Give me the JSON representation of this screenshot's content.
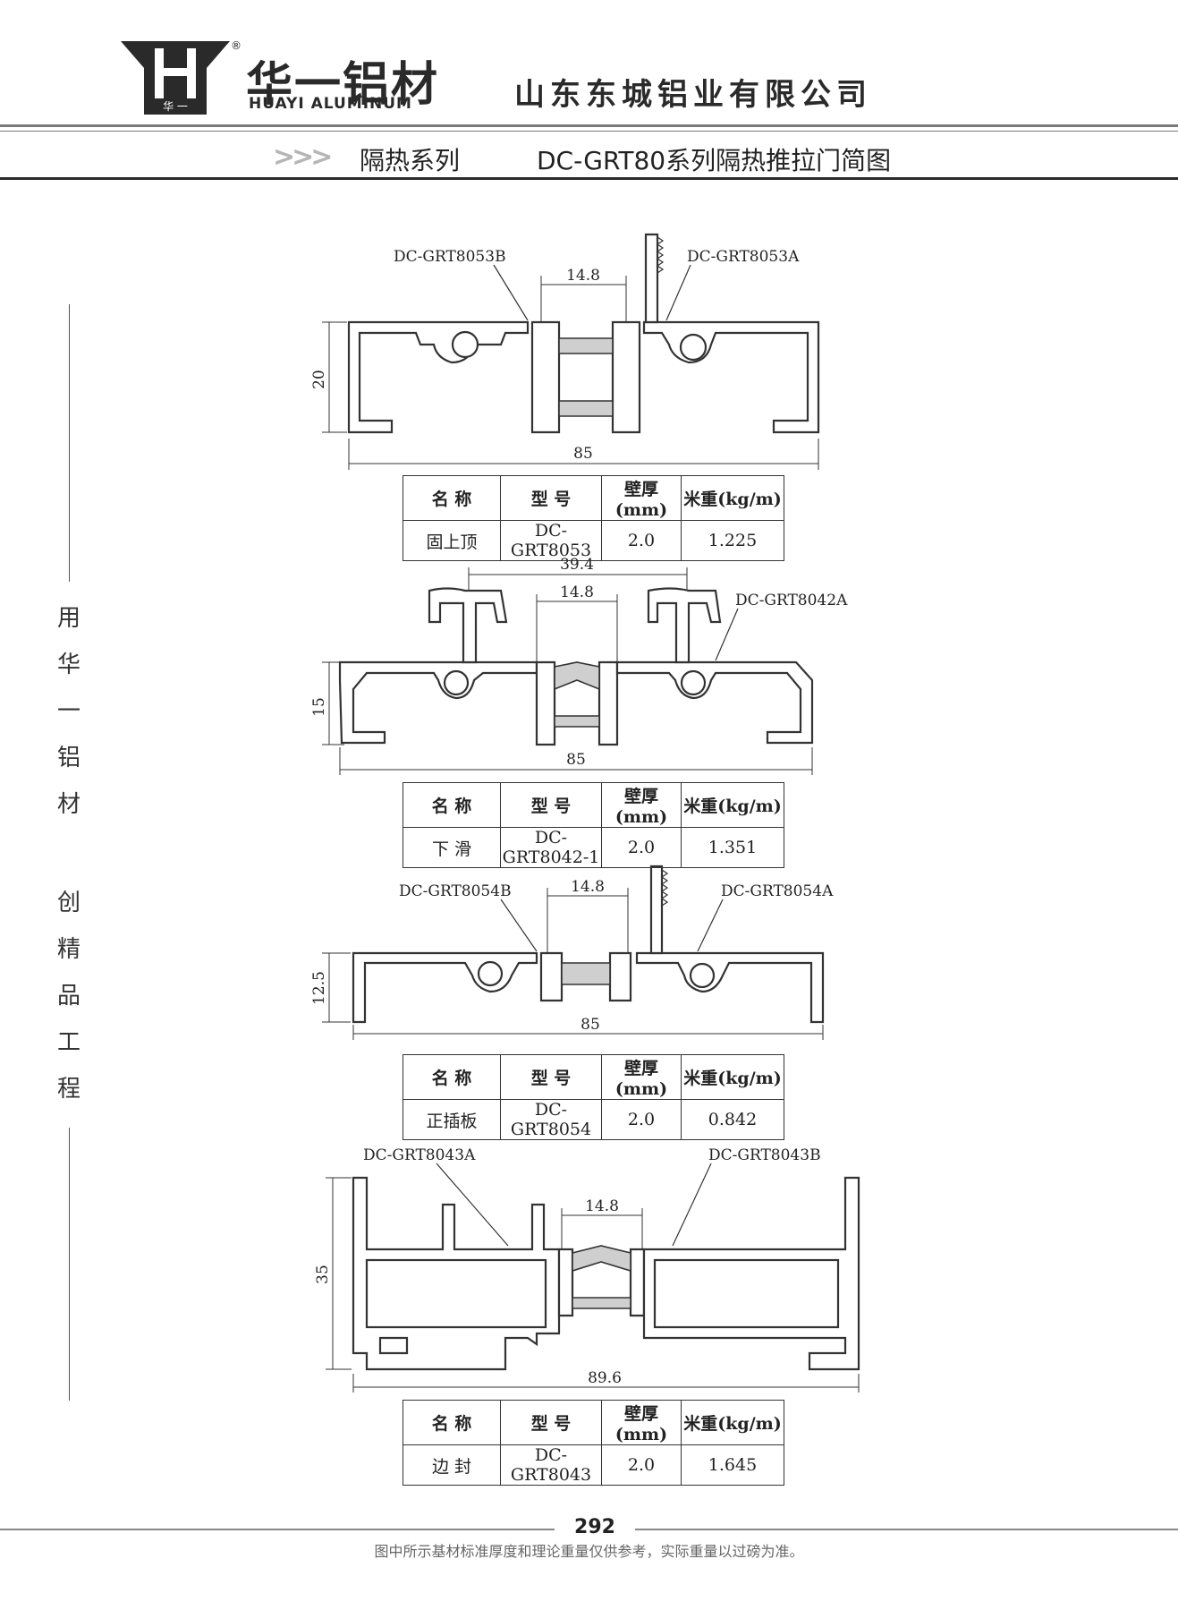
{
  "header": {
    "brand_cn": "华一铝材",
    "brand_en": "HUAYI ALUMINUM",
    "logo_mark": "华 一",
    "registered": "®",
    "company": "山东东城铝业有限公司",
    "chevrons": ">>>",
    "series": "隔热系列",
    "title": "DC-GRT80系列隔热推拉门简图"
  },
  "side": {
    "chars": [
      "用",
      "华",
      "一",
      "铝",
      "材",
      "创",
      "精",
      "品",
      "工",
      "程"
    ]
  },
  "table_headers": [
    "名 称",
    "型 号",
    "壁厚(mm)",
    "米重(kg/m)"
  ],
  "profiles": [
    {
      "left_code": "DC-GRT8053B",
      "right_code": "DC-GRT8053A",
      "strip_width": "14.8",
      "height": "20",
      "width": "85",
      "name": "固上顶",
      "model": "DC-GRT8053",
      "wall": "2.0",
      "weight": "1.225"
    },
    {
      "right_code": "DC-GRT8042A",
      "span": "39.4",
      "strip_width": "14.8",
      "height": "15",
      "width": "85",
      "name": "下 滑",
      "model": "DC-GRT8042-1",
      "wall": "2.0",
      "weight": "1.351"
    },
    {
      "left_code": "DC-GRT8054B",
      "right_code": "DC-GRT8054A",
      "strip_width": "14.8",
      "height": "12.5",
      "width": "85",
      "name": "正插板",
      "model": "DC-GRT8054",
      "wall": "2.0",
      "weight": "0.842"
    },
    {
      "left_code": "DC-GRT8043A",
      "right_code": "DC-GRT8043B",
      "strip_width": "14.8",
      "height": "35",
      "width": "89.6",
      "name": "边 封",
      "model": "DC-GRT8043",
      "wall": "2.0",
      "weight": "1.645"
    }
  ],
  "footer": {
    "page": "292",
    "note": "图中所示基材标准厚度和理论重量仅供参考，实际重量以过磅为准。"
  },
  "colors": {
    "strip_fill": "#cfcfcf",
    "line": "#333333",
    "rule": "#7a7a7a"
  }
}
